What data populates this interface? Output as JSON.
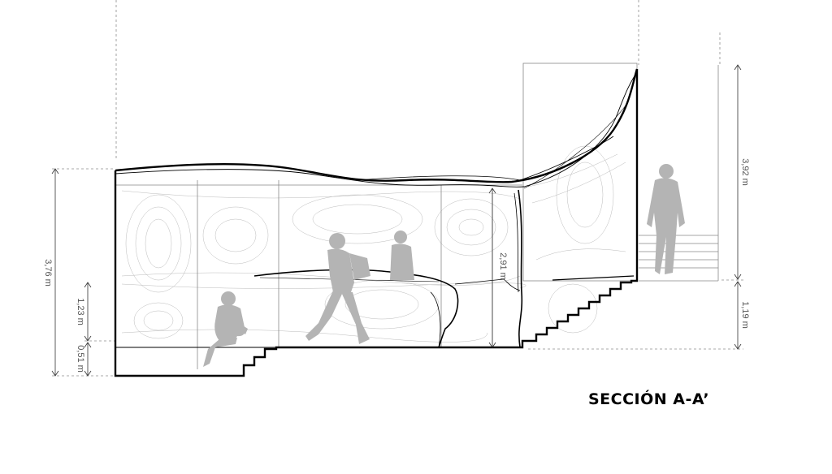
{
  "title": "SECCIÓN A-A’",
  "dimensions": {
    "total_height_left": "3,76 m",
    "bench_height": "1,23 m",
    "step_height": "0,51 m",
    "interior_height": "2,91 m",
    "upper_height_right": "3,92 m",
    "lower_height_right": "1,19 m"
  },
  "colors": {
    "line": "#000000",
    "contour": "#9a9a9a",
    "figure": "#b4b4b4",
    "dashed": "#8c8c8c"
  }
}
